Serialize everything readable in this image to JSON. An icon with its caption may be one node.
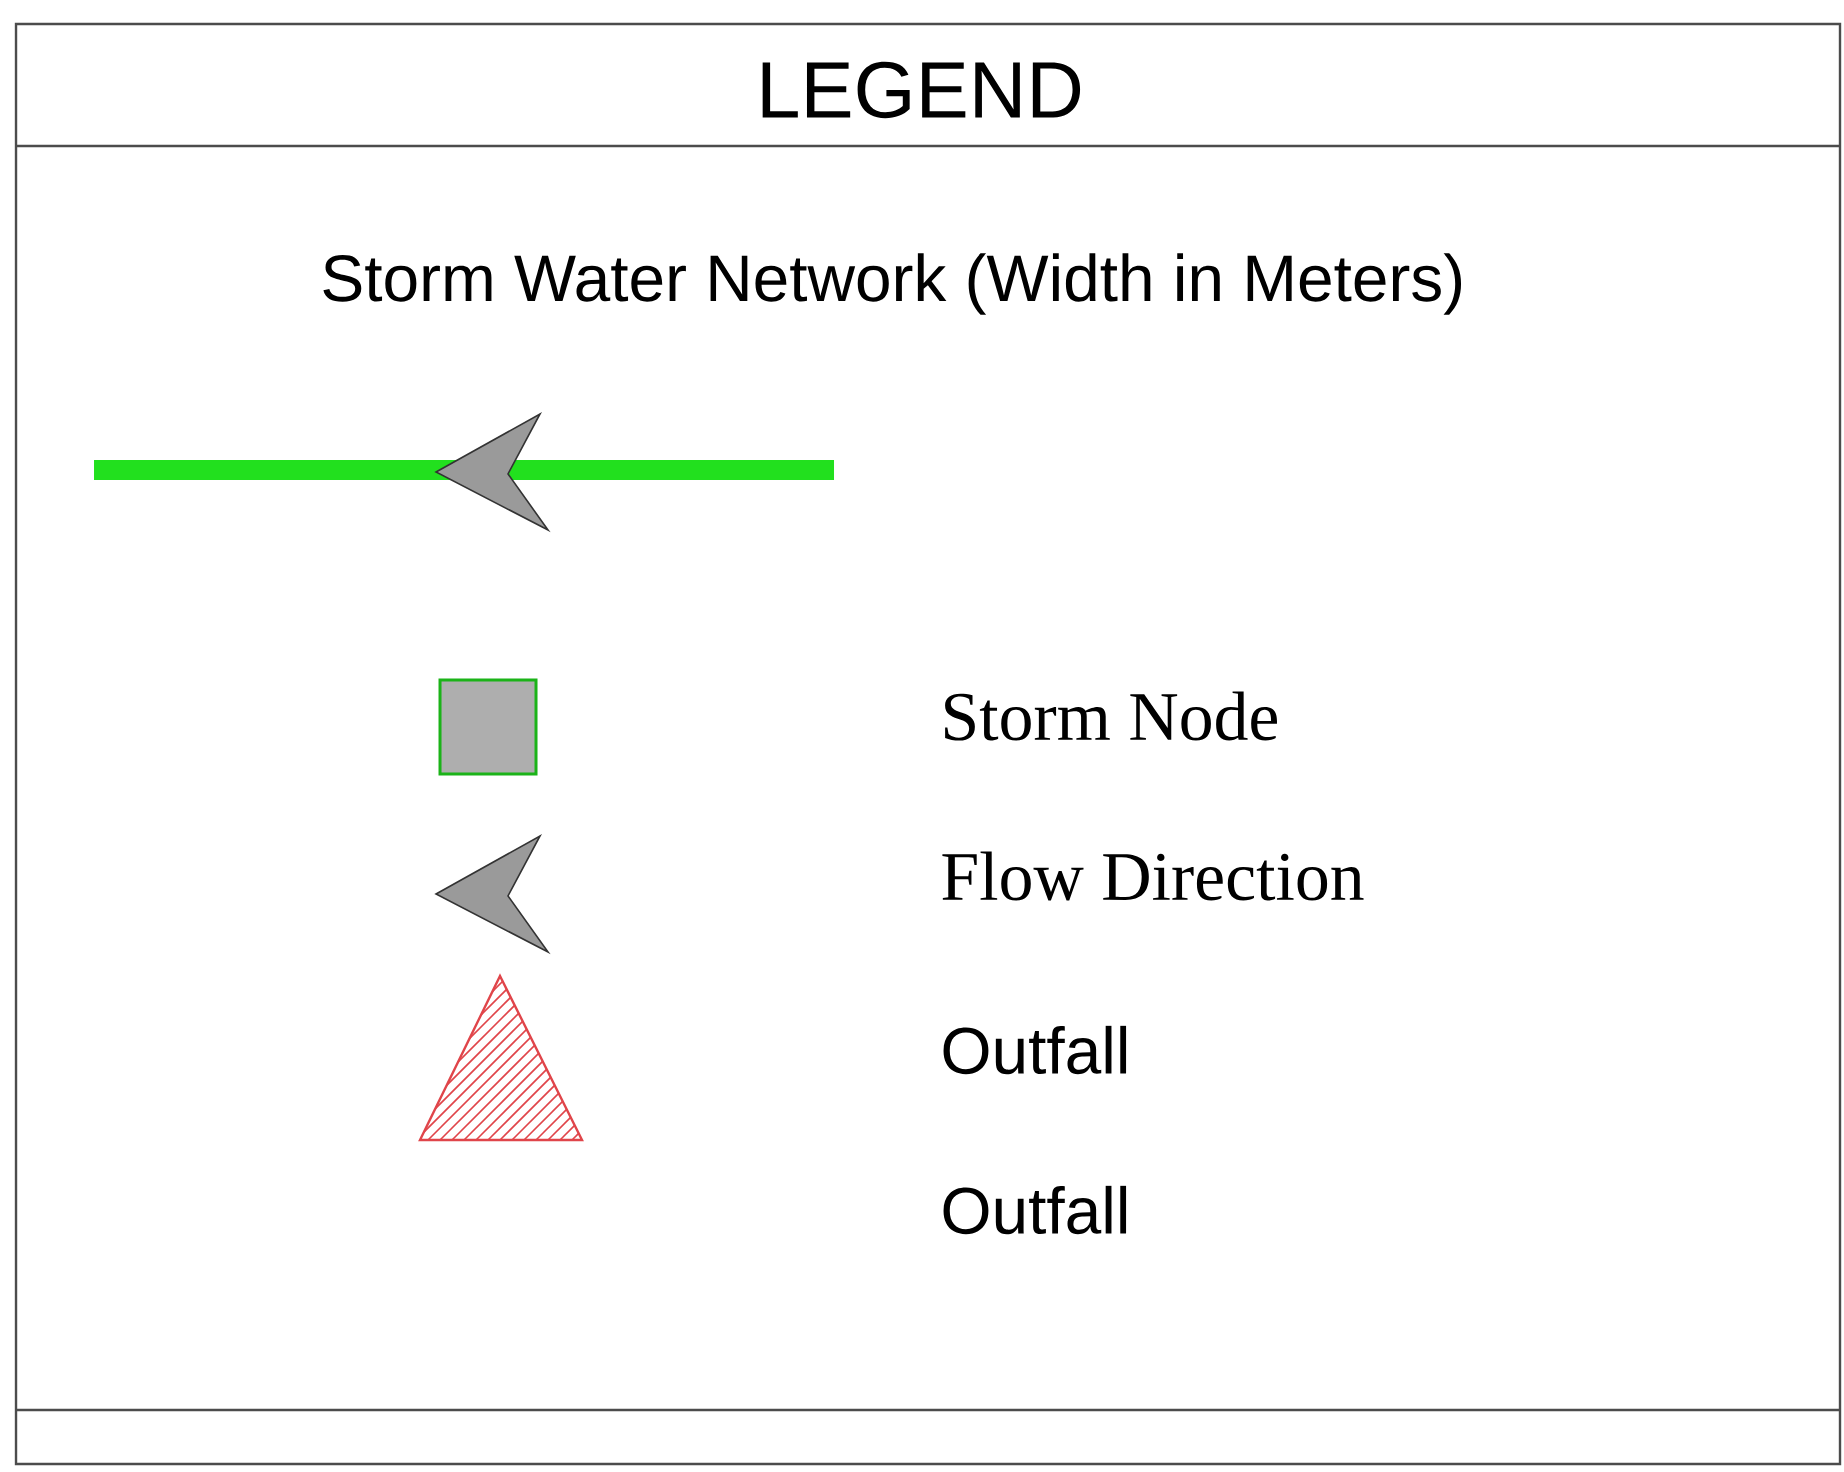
{
  "diagram": {
    "title": "LEGEND",
    "legend": [
      {
        "text": "Storm Water Network (Width in Meters)"
      },
      {
        "text": "Storm Node"
      },
      {
        "text": "Flow Direction"
      },
      {
        "text": "Outfall"
      }
    ],
    "labels": [
      "Outfall"
    ]
  }
}
